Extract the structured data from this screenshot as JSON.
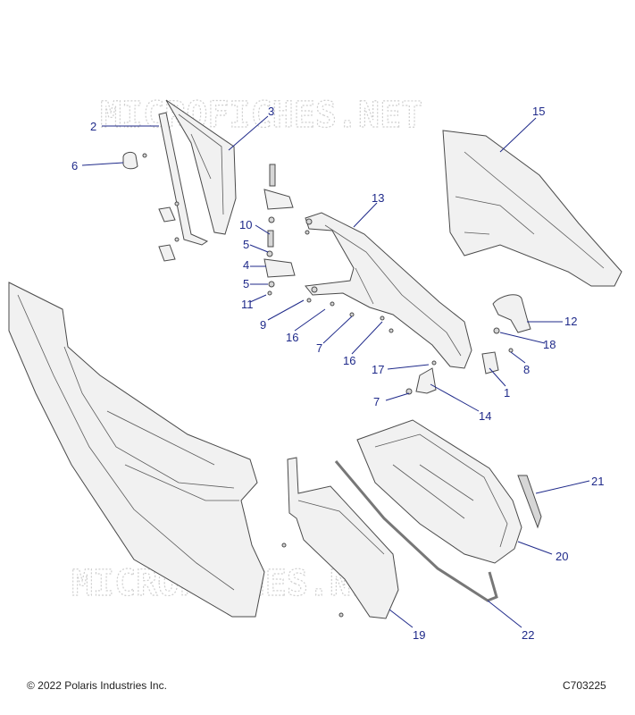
{
  "watermark": "MICROFICHES.NET",
  "footer": {
    "copyright": "© 2022 Polaris Industries Inc.",
    "figure_id": "C703225"
  },
  "callouts": [
    "2",
    "3",
    "6",
    "15",
    "13",
    "10",
    "5",
    "4",
    "5",
    "11",
    "9",
    "16",
    "7",
    "16",
    "12",
    "18",
    "8",
    "17",
    "1",
    "7",
    "14",
    "21",
    "20",
    "19",
    "22"
  ]
}
